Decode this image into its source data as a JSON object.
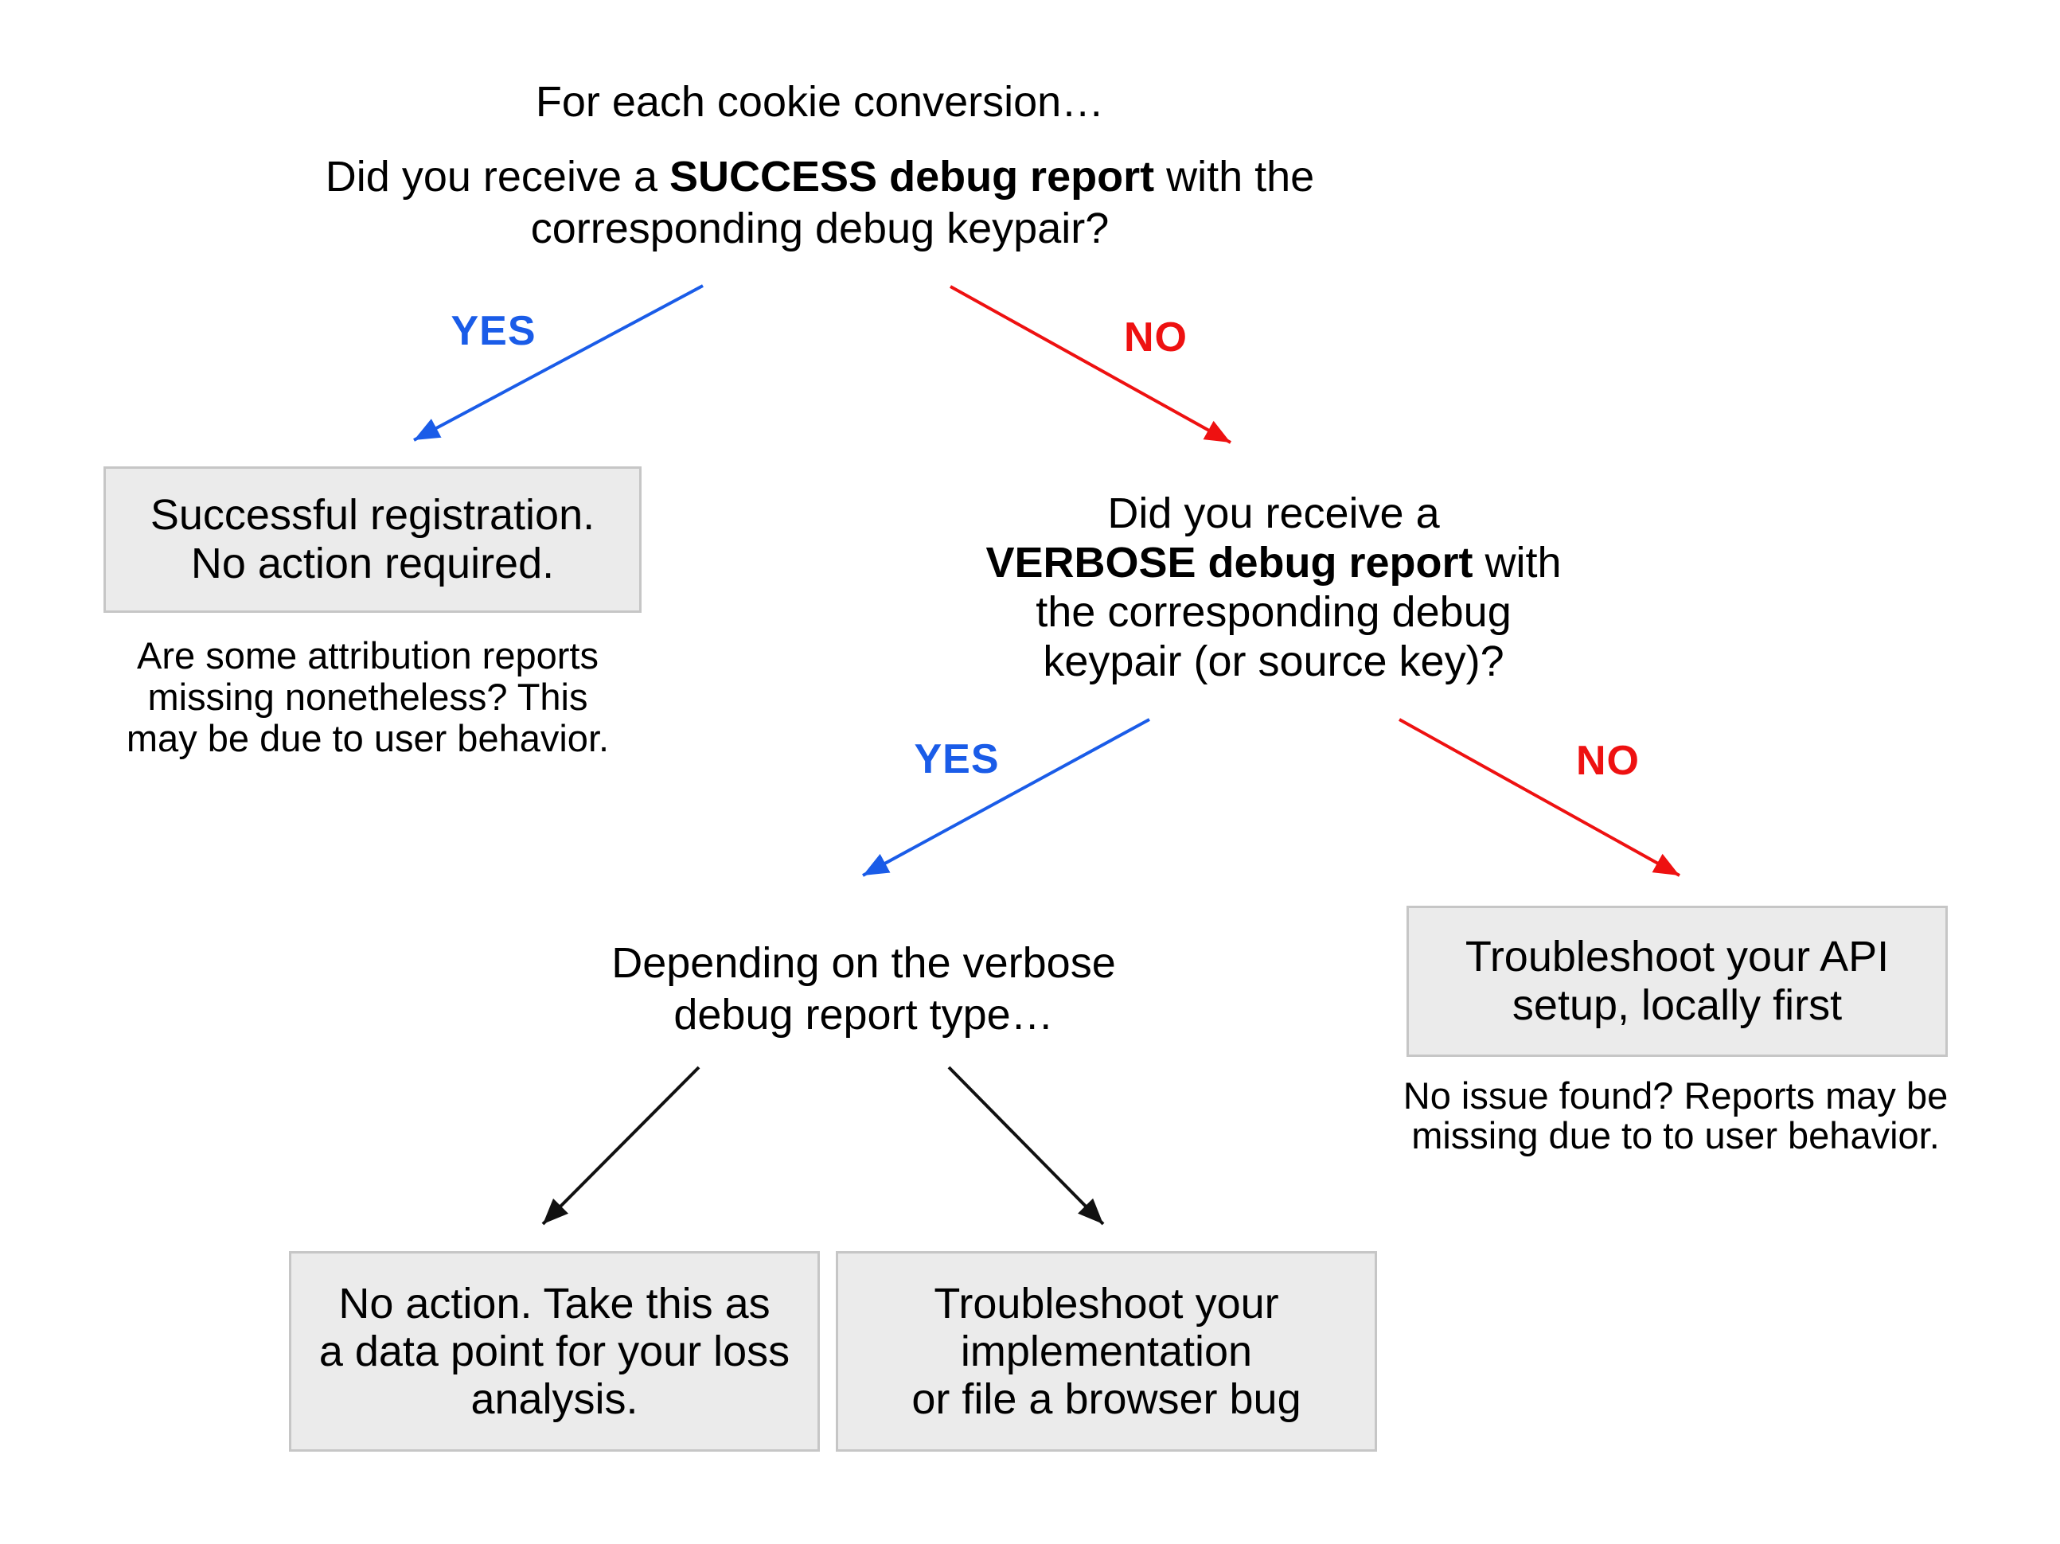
{
  "colors": {
    "yes": "#1a5ce8",
    "no": "#ee1111",
    "arrow": "#111111",
    "box-bg": "#ebebeb",
    "box-border": "#c6c6c6",
    "text": "#000000"
  },
  "header": {
    "title": "For each cookie conversion…"
  },
  "question1": {
    "part1": "Did you receive a ",
    "bold": "SUCCESS debug report",
    "part2": " with the",
    "line2": "corresponding debug keypair?"
  },
  "branch1": {
    "yes": "YES",
    "no": "NO"
  },
  "success": {
    "box_line1": "Successful registration.",
    "box_line2": "No action required.",
    "note_line1": "Are some attribution reports",
    "note_line2": "missing nonetheless? This",
    "note_line3": "may be due to user behavior."
  },
  "question2": {
    "line1": "Did you receive a",
    "line2_bold": "VERBOSE debug report",
    "line2_rest": " with",
    "line3": "the corresponding debug",
    "line4": "keypair (or source key)?"
  },
  "branch2": {
    "yes": "YES",
    "no": "NO"
  },
  "verbose": {
    "line1": "Depending on the verbose",
    "line2": "debug report type…"
  },
  "loss_box": {
    "line1": "No action. Take this as",
    "line2": "a data point for your loss",
    "line3": "analysis."
  },
  "impl_box": {
    "line1": "Troubleshoot your",
    "line2": "implementation",
    "line3": "or file a browser bug"
  },
  "api": {
    "box_line1": "Troubleshoot your API",
    "box_line2": "setup, locally first",
    "note_line1": "No issue found? Reports may be",
    "note_line2": "missing due to to user behavior."
  }
}
